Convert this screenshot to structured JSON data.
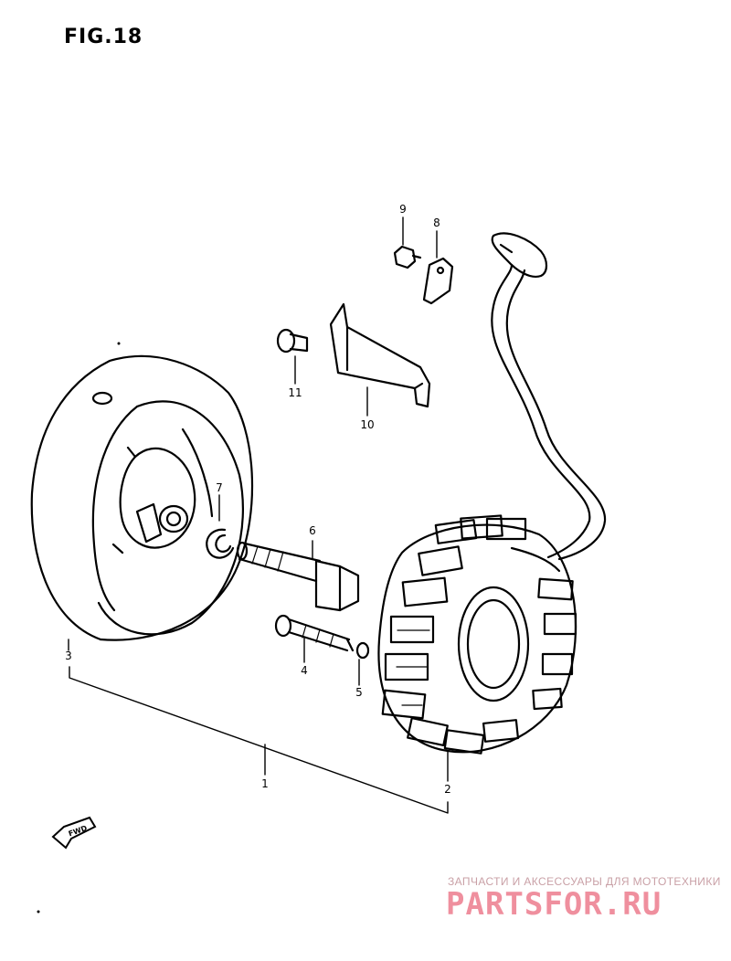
{
  "figure": {
    "title": "FIG.18"
  },
  "callouts": {
    "c1": "1",
    "c2": "2",
    "c3": "3",
    "c4": "4",
    "c5": "5",
    "c6": "6",
    "c7": "7",
    "c8": "8",
    "c9": "9",
    "c10": "10",
    "c11": "11"
  },
  "fwd_label": "FWD",
  "watermark": {
    "caption": "ЗАПЧАСТИ И АКСЕССУАРЫ ДЛЯ МОТОТЕХНИКИ",
    "logo": "PARTSFOR.RU"
  }
}
